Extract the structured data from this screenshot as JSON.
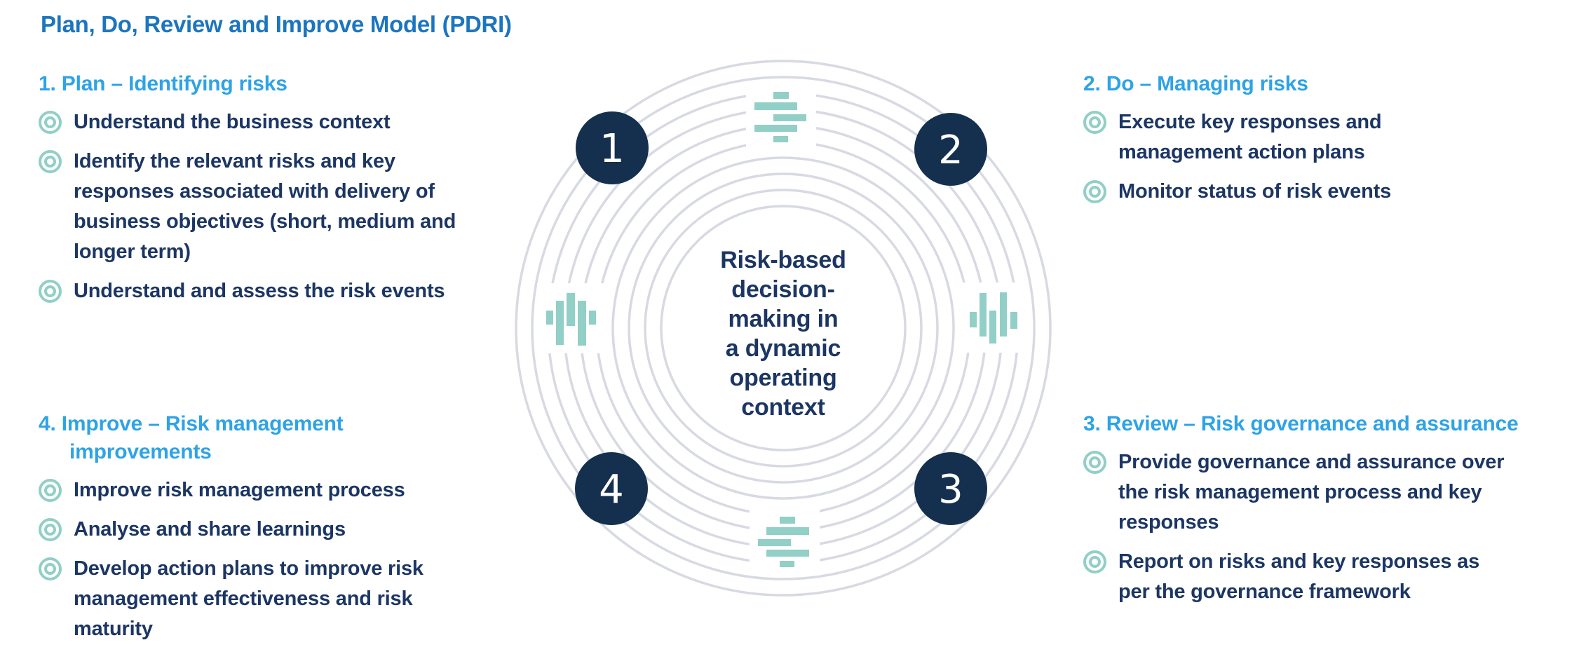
{
  "title": "Plan, Do, Review and Improve Model (PDRI)",
  "sections": [
    {
      "heading": "1. Plan – Identifying risks",
      "items": [
        "Understand the business context",
        "Identify the relevant risks and key responses associated with delivery of business objectives (short, medium and longer term)",
        "Understand and assess the risk events"
      ]
    },
    {
      "heading": "2. Do – Managing risks",
      "items": [
        "Execute key responses and management action plans",
        "Monitor status of risk events"
      ]
    },
    {
      "heading": "3. Review – Risk governance and assurance",
      "items": [
        "Provide governance and assurance over the risk management process and key responses",
        "Report on risks and key responses as per the governance framework"
      ]
    },
    {
      "heading": "4. Improve – Risk management improvements",
      "items": [
        "Improve risk management process",
        "Analyse and share learnings",
        "Develop action plans to improve risk management effectiveness and risk maturity"
      ]
    }
  ],
  "center": {
    "lines": [
      "Risk-based",
      "decision-",
      "making in",
      "a dynamic",
      "operating",
      "context"
    ]
  },
  "nodes": {
    "labels": [
      "1",
      "2",
      "3",
      "4"
    ]
  },
  "icons": {
    "bullet": "double-ring-target",
    "quadrant_markers": "soundwave-bars"
  },
  "colors": {
    "title_blue": "#1C75BE",
    "heading_blue": "#2EA3E6",
    "body_navy": "#1C3664",
    "node_navy": "#14304E",
    "teal": "#92CFC6",
    "ring_gray": "#D7DAE1"
  }
}
